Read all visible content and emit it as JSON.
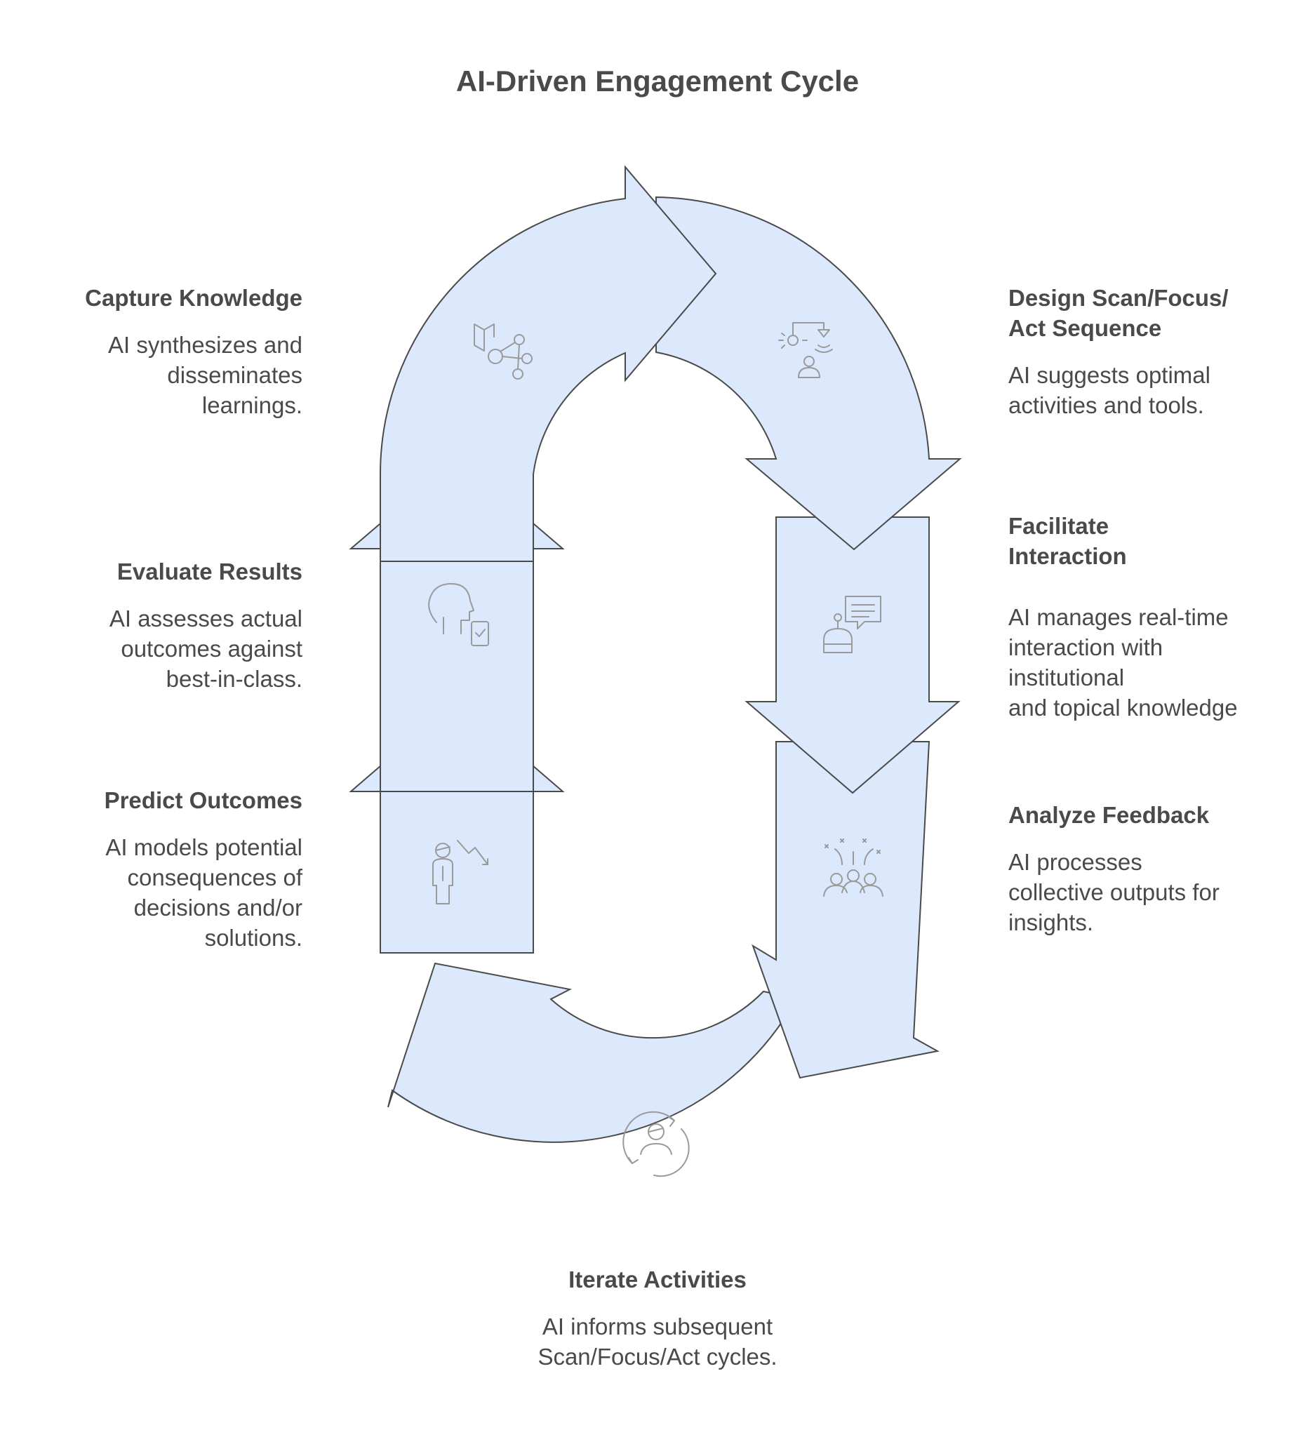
{
  "title": "AI-Driven Engagement Cycle",
  "colors": {
    "arrow_fill": "#dce8fc",
    "arrow_stroke": "#4a4a4a",
    "icon_stroke": "#9a9a9a",
    "text": "#4a4a4a"
  },
  "steps": [
    {
      "title": "Capture Knowledge",
      "description": "AI synthesizes and\ndisseminates\nlearnings.",
      "icon": "book-network-icon"
    },
    {
      "title": "Design Scan/Focus/\nAct Sequence",
      "description": "AI suggests optimal\nactivities and tools.",
      "icon": "robot-arm-person-icon"
    },
    {
      "title": "Facilitate\nInteraction",
      "description": "AI manages real-time\ninteraction with\ninstitutional\nand topical knowledge",
      "icon": "chatbot-icon"
    },
    {
      "title": "Analyze Feedback",
      "description": "AI processes\ncollective outputs for\ninsights.",
      "icon": "group-insights-icon"
    },
    {
      "title": "Iterate Activities",
      "description": "AI informs subsequent\nScan/Focus/Act cycles.",
      "icon": "person-cycle-icon"
    },
    {
      "title": "Predict Outcomes",
      "description": "AI models potential\nconsequences of\ndecisions and/or\nsolutions.",
      "icon": "person-trend-icon"
    },
    {
      "title": "Evaluate Results",
      "description": "AI assesses actual\noutcomes against\nbest-in-class.",
      "icon": "head-checklist-icon"
    }
  ]
}
